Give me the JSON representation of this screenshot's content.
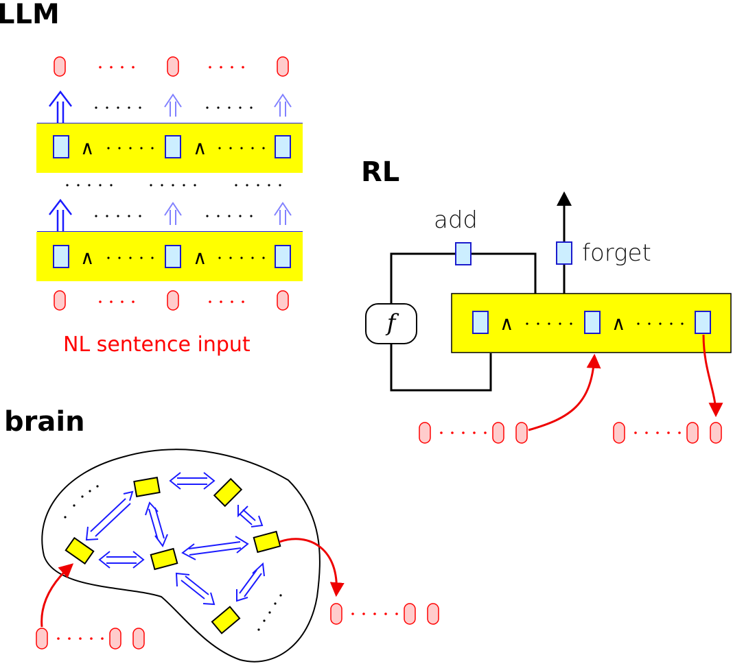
{
  "llm": {
    "title": "LLM",
    "caption": "NL sentence input",
    "conjunction_symbol": "∧"
  },
  "rl": {
    "title": "RL",
    "add_label": "add",
    "forget_label": "forget",
    "function_symbol": "f",
    "conjunction_symbol": "∧"
  },
  "brain": {
    "title": "brain"
  },
  "colors": {
    "layer_fill": "#ffff00",
    "fact_fill": "#cceeff",
    "fact_stroke": "#1a1acc",
    "token_fill": "#ffcccc",
    "token_stroke": "#ff0000",
    "arrow_blue": "#1a1aff",
    "arrow_light_blue": "#8080ff",
    "arrow_red": "#ee0000",
    "dots": "#ff0000"
  }
}
